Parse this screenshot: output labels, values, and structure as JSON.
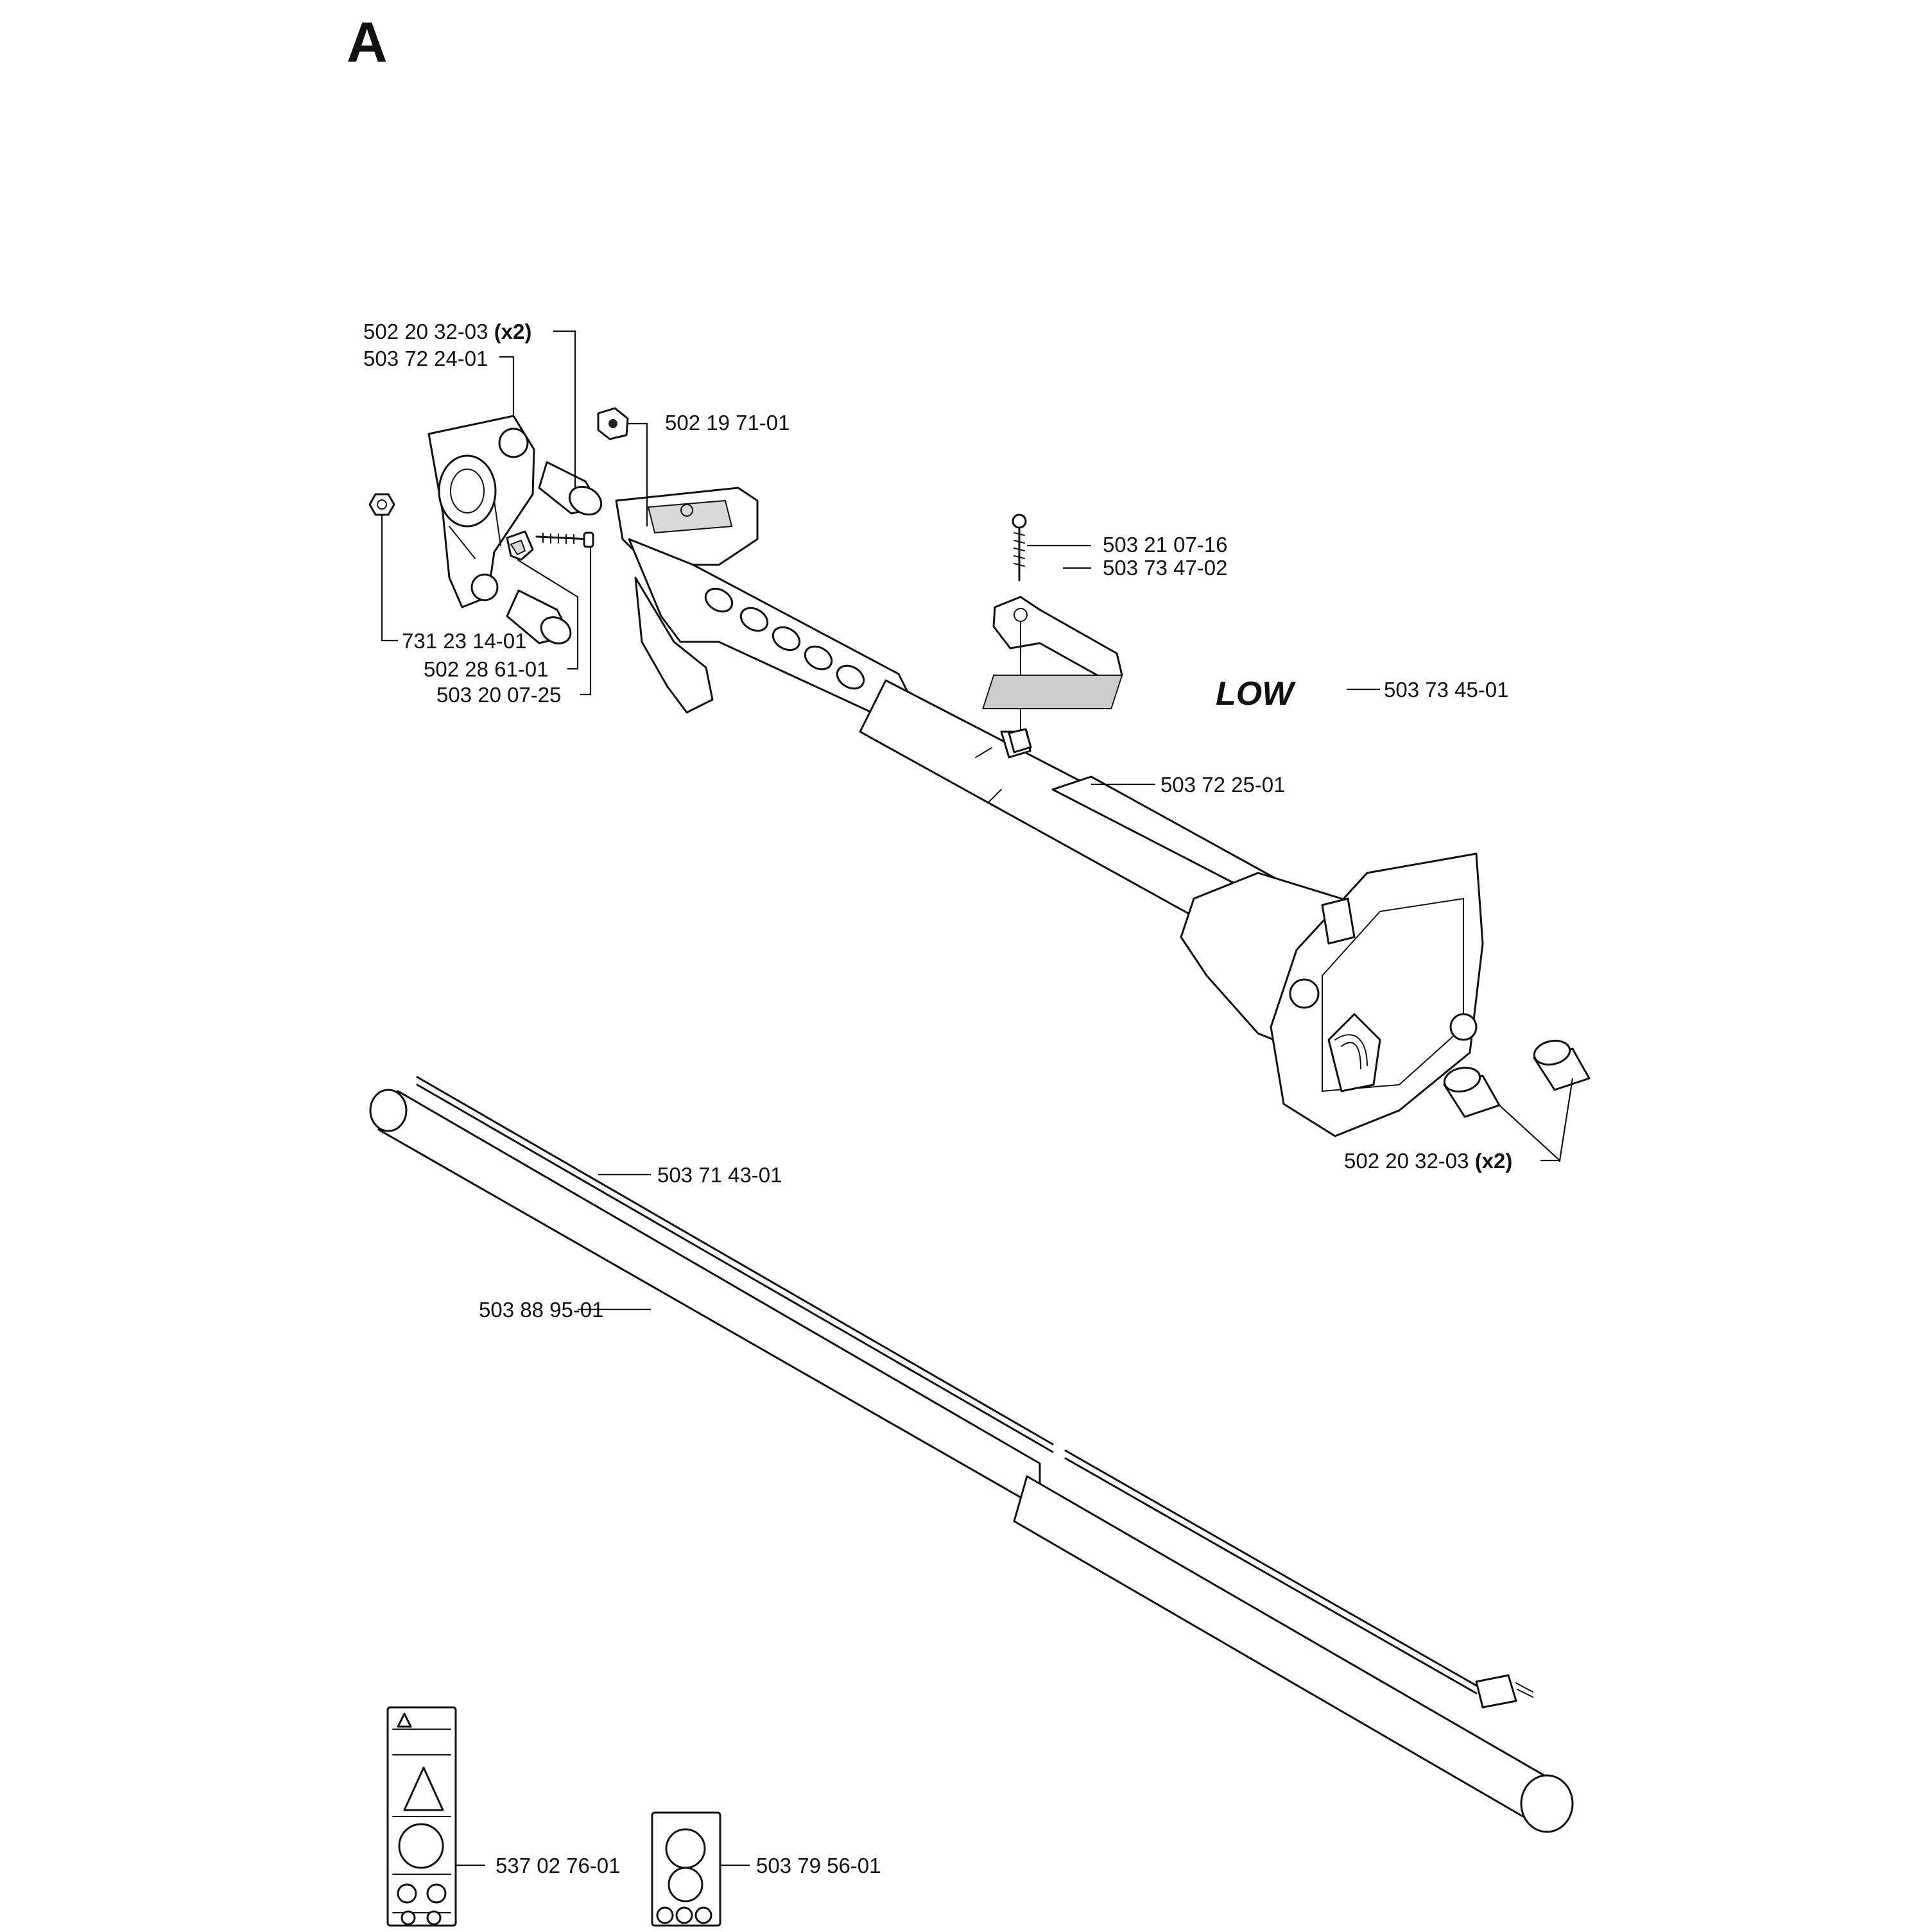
{
  "page": {
    "letter": "A"
  },
  "callouts": {
    "handle_bracket": {
      "number": "503 72 24-01"
    },
    "handle_grips": {
      "number": "502 20 32-03",
      "qty": "(x2)"
    },
    "square_nut": {
      "number": "502 19 71-01"
    },
    "screw_top": {
      "number": "503 21 07-16"
    },
    "throttle_lever": {
      "number": "503 73 47-02"
    },
    "low_decal": {
      "number": "503 73 45-01",
      "decal_text": "LOW"
    },
    "lock_nut": {
      "number": "731 23 14-01"
    },
    "clamp": {
      "number": "502 28 61-01"
    },
    "bolt": {
      "number": "503 20 07-25"
    },
    "cable": {
      "number": "503 72 25-01"
    },
    "rear_grips": {
      "number": "502 20 32-03",
      "qty": "(x2)"
    },
    "drive_shaft": {
      "number": "503 71 43-01"
    },
    "shaft_tube": {
      "number": "503 88 95-01"
    },
    "warning_decal": {
      "number": "537 02 76-01"
    },
    "trimmer_head_decal": {
      "number": "503 79 56-01"
    }
  }
}
